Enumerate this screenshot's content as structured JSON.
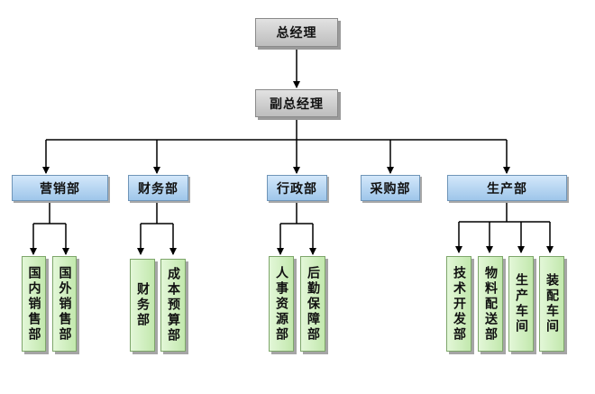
{
  "org_chart": {
    "top": {
      "label": "总经理"
    },
    "deputy": {
      "label": "副总经理"
    },
    "departments": [
      {
        "label": "营销部",
        "units": [
          "国内销售部",
          "国外销售部"
        ]
      },
      {
        "label": "财务部",
        "units": [
          "财务部",
          "成本预算部"
        ]
      },
      {
        "label": "行政部",
        "units": [
          "人事资源部",
          "后勤保障部"
        ]
      },
      {
        "label": "采购部",
        "units": []
      },
      {
        "label": "生产部",
        "units": [
          "技术开发部",
          "物料配送部",
          "生产车间",
          "装配车间"
        ]
      }
    ]
  },
  "colors": {
    "exec_fill": "#cfcfcf",
    "dept_fill": "#b9d7f3",
    "unit_fill": "#d2efc3",
    "line": "#000000"
  }
}
